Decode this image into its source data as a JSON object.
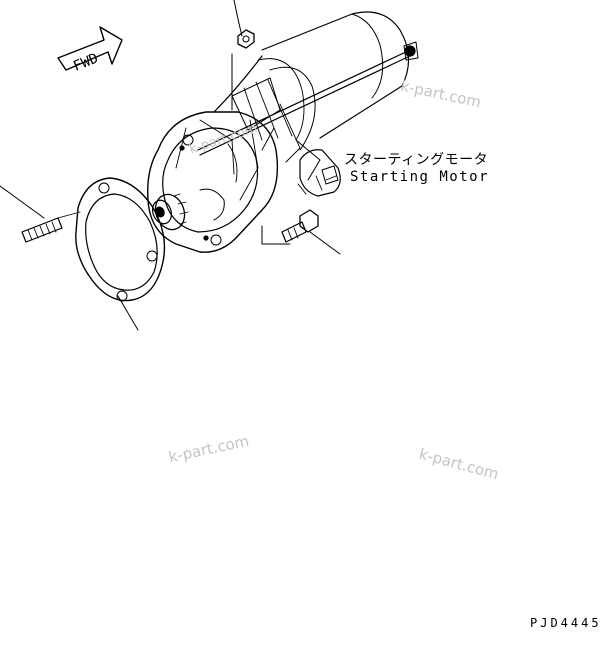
{
  "diagram": {
    "arrow_text": "FWD",
    "part_label_jp": "スターティングモータ",
    "part_label_en": "Starting Motor",
    "drawing_code": "PJD4445"
  },
  "watermarks": [
    "k-part.com",
    "k-part.com",
    "k-part.com",
    "k-part.com"
  ]
}
